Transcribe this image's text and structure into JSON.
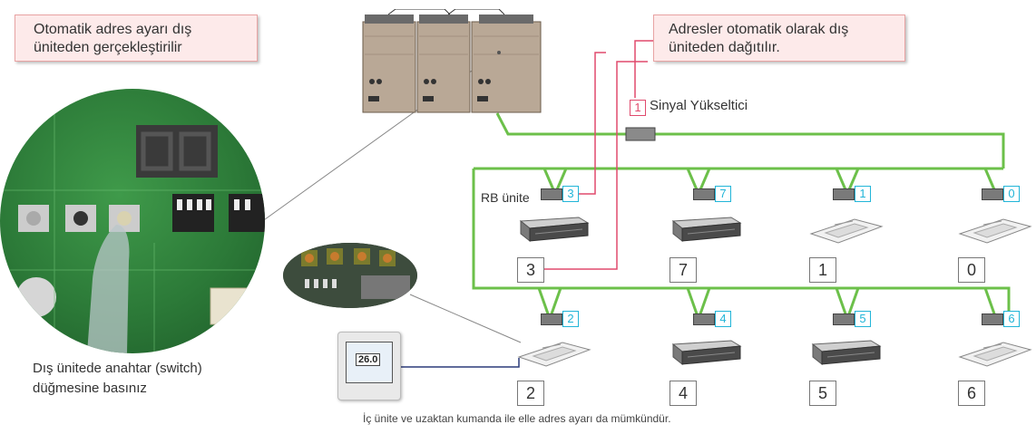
{
  "callouts": {
    "auto_setting": "Otomatik adres ayarı dış üniteden gerçekleştirilir",
    "auto_distribution": "Adresler otomatik olarak dış üniteden dağıtılır."
  },
  "signal_amplifier": {
    "number": "1",
    "label": "Sinyal Yükseltici"
  },
  "rb_unit_label": "RB ünite",
  "switch_instruction": "Dış ünitede anahtar (switch) düğmesine basınız",
  "footer_note": "İç ünite ve uzaktan kumanda ile elle adres ayarı da mümkündür.",
  "remote_display": "26.0",
  "top_row": [
    {
      "tag": "3",
      "box": "3",
      "type": "duct"
    },
    {
      "tag": "7",
      "box": "7",
      "type": "duct"
    },
    {
      "tag": "1",
      "box": "1",
      "type": "cassette"
    },
    {
      "tag": "0",
      "box": "0",
      "type": "cassette"
    }
  ],
  "bottom_row": [
    {
      "tag": "2",
      "box": "2",
      "type": "cassette"
    },
    {
      "tag": "4",
      "box": "4",
      "type": "duct"
    },
    {
      "tag": "5",
      "box": "5",
      "type": "duct"
    },
    {
      "tag": "6",
      "box": "6",
      "type": "cassette"
    }
  ],
  "colors": {
    "bus": "#6cc04a",
    "signal": "#e04a6d",
    "tag": "#22b5d8",
    "callout_bg": "#fdeaea"
  }
}
